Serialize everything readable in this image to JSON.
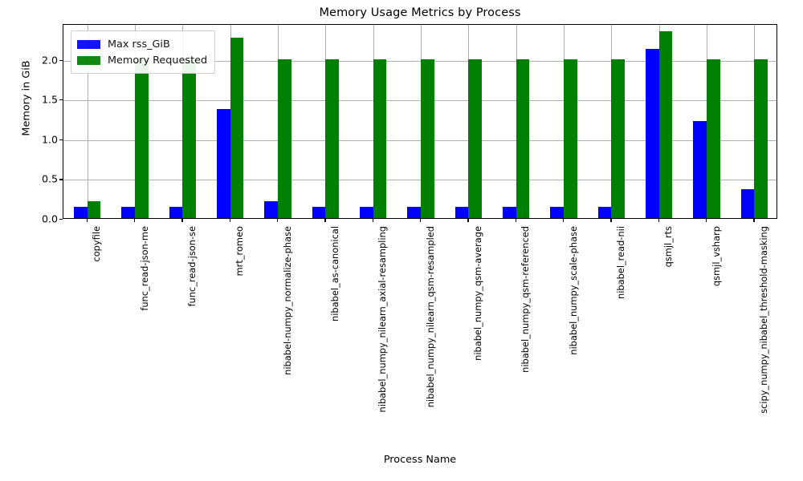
{
  "chart_data": {
    "type": "bar",
    "title": "Memory Usage Metrics by Process",
    "xlabel": "Process Name",
    "ylabel": "Memory in GiB",
    "grid": true,
    "legend_position": "upper left",
    "ylim": [
      0.0,
      2.45
    ],
    "yticks": [
      0.0,
      0.5,
      1.0,
      1.5,
      2.0
    ],
    "ytick_labels": [
      "0.0",
      "0.5",
      "1.0",
      "1.5",
      "2.0"
    ],
    "categories": [
      "copyfile",
      "func_read-json-me",
      "func_read-json-se",
      "mrt_romeo",
      "nibabel-numpy_normalize-phase",
      "nibabel_as-canonical",
      "nibabel_numpy_nilearn_axial-resampling",
      "nibabel_numpy_nilearn_qsm-resampled",
      "nibabel_numpy_qsm-average",
      "nibabel_numpy_qsm-referenced",
      "nibabel_numpy_scale-phase",
      "nibabel_read-nii",
      "qsmjl_rts",
      "qsmjl_vsharp",
      "scipy_numpy_nibabel_threshold-masking"
    ],
    "series": [
      {
        "name": "Max rss_GiB",
        "color": "#0000ff",
        "values": [
          0.145,
          0.145,
          0.145,
          1.37,
          0.21,
          0.145,
          0.145,
          0.145,
          0.145,
          0.145,
          0.145,
          0.145,
          2.13,
          1.22,
          0.36
        ]
      },
      {
        "name": "Memory Requested",
        "color": "#008000",
        "values": [
          0.21,
          2.0,
          2.0,
          2.27,
          2.0,
          2.0,
          2.0,
          2.0,
          2.0,
          2.0,
          2.0,
          2.0,
          2.35,
          2.0,
          2.0
        ]
      }
    ]
  }
}
